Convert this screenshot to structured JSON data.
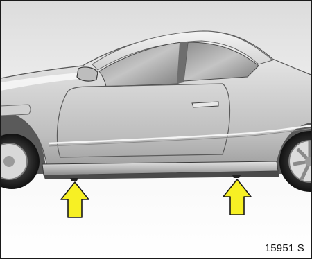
{
  "figure": {
    "code": "15951 S",
    "subject": "car-side-view-sill-jacking-points",
    "arrow_count": 2,
    "colors": {
      "arrow_fill": "#f7f024",
      "arrow_outline": "#1a1a1a",
      "body_light": "#ececec",
      "body_mid": "#b9b9b9",
      "body_dark": "#6a6a6a",
      "background": "#ffffff"
    }
  }
}
